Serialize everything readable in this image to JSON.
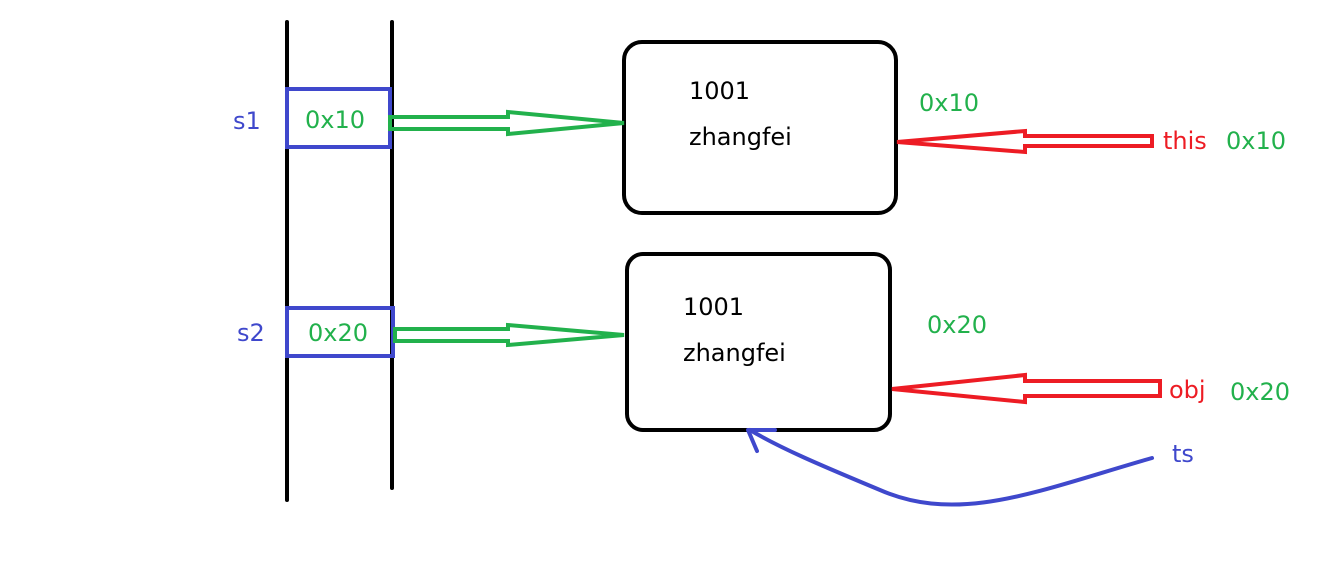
{
  "colors": {
    "variable": "#3f48cc",
    "address": "#22b14c",
    "reference": "#ed1c24",
    "stroke": "#000000"
  },
  "stack": {
    "slots": [
      {
        "name": "s1",
        "value": "0x10"
      },
      {
        "name": "s2",
        "value": "0x20"
      }
    ]
  },
  "heap": {
    "objects": [
      {
        "line1": "1001",
        "line2": "zhangfei",
        "address": "0x10"
      },
      {
        "line1": "1001",
        "line2": "zhangfei",
        "address": "0x20"
      }
    ]
  },
  "refs": {
    "this_label": "this",
    "this_value": "0x10",
    "obj_label": "obj",
    "obj_value": "0x20",
    "ts_label": "ts"
  }
}
